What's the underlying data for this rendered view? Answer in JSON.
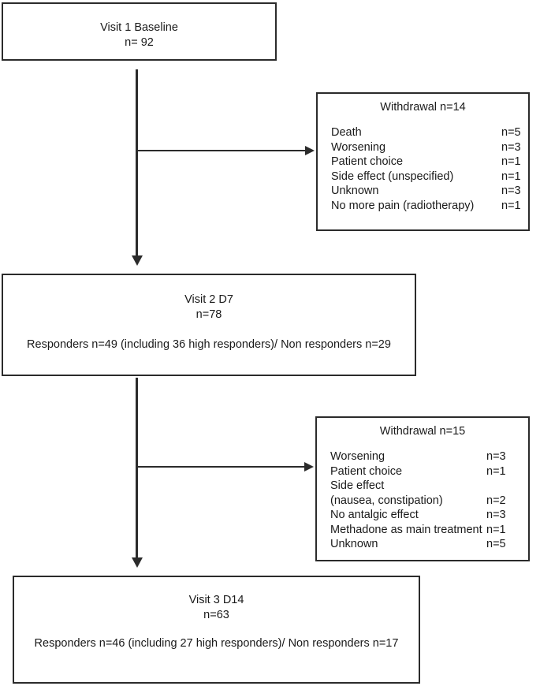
{
  "diagram": {
    "title": "CONSORT-style participant flow diagram",
    "line_color": "#2b2b2b",
    "background": "#ffffff"
  },
  "visit1": {
    "title": "Visit 1 Baseline",
    "n": "n= 92"
  },
  "withdrawal1": {
    "title": "Withdrawal n=14",
    "rows": [
      {
        "label": "Death",
        "count": "n=5"
      },
      {
        "label": "Worsening",
        "count": "n=3"
      },
      {
        "label": "Patient choice",
        "count": "n=1"
      },
      {
        "label": "Side effect (unspecified)",
        "count": "n=1"
      },
      {
        "label": "Unknown",
        "count": "n=3"
      },
      {
        "label": "No more pain (radiotherapy)",
        "count": "n=1"
      }
    ]
  },
  "visit2": {
    "title": "Visit 2 D7",
    "n": "n=78",
    "responders": "Responders n=49 (including 36 high responders)/ Non responders n=29"
  },
  "withdrawal2": {
    "title": "Withdrawal n=15",
    "rows": [
      {
        "label": "Worsening",
        "count": "n=3"
      },
      {
        "label": "Patient choice",
        "count": "n=1"
      },
      {
        "label": "Side effect",
        "count": ""
      },
      {
        "label": "(nausea, constipation)",
        "count": "n=2"
      },
      {
        "label": "No antalgic effect",
        "count": "n=3"
      },
      {
        "label": "Methadone as main treatment",
        "count": "n=1"
      },
      {
        "label": "Unknown",
        "count": "n=5"
      }
    ]
  },
  "visit3": {
    "title": "Visit 3 D14",
    "n": "n=63",
    "responders": "Responders n=46 (including 27 high responders)/ Non responders n=17"
  }
}
